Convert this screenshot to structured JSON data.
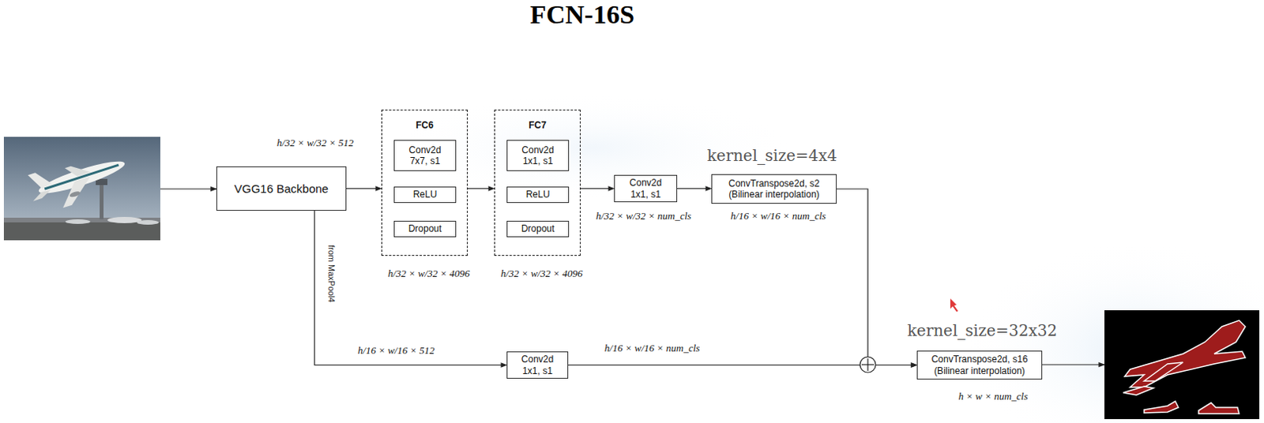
{
  "diagram": {
    "title": "FCN-16S",
    "nodes": [
      {
        "text": [
          "VGG16 Backbone"
        ]
      },
      {
        "text": [
          "FC6"
        ]
      },
      {
        "text": [
          "Conv2d 7x7, s1"
        ],
        "in": 1
      },
      {
        "text": [
          "ReLU"
        ],
        "in": 1
      },
      {
        "text": [
          "Dropout"
        ],
        "in": 1
      },
      {
        "text": [
          "FC7"
        ]
      },
      {
        "text": [
          "Conv2d 1x1, s1"
        ],
        "in": 5
      },
      {
        "text": [
          "ReLU"
        ],
        "in": 5
      },
      {
        "text": [
          "Dropout"
        ],
        "in": 5
      },
      {
        "text": [
          "Conv2d 1x1, s1"
        ]
      },
      {
        "text": [
          "ConvTranspose2d, s2 (Bilinear interpolation)"
        ]
      },
      {
        "text": [
          "Conv2d 1x1, s1"
        ]
      },
      {
        "text": [
          "ConvTranspose2d, s16 (Bilinear interpolation)"
        ]
      }
    ],
    "edges": [
      {
        "from": 0,
        "to": 1,
        "arrow": "to"
      },
      {
        "from": 1,
        "to": 5,
        "arrow": "to"
      },
      {
        "from": 5,
        "to": 9,
        "arrow": "to"
      },
      {
        "from": 9,
        "to": 10,
        "arrow": "to"
      },
      {
        "from": 10,
        "to": 12,
        "arrow": "to"
      },
      {
        "from": 0,
        "to": 11,
        "arrow": "to"
      },
      {
        "from": 11,
        "to": 12,
        "arrow": "to"
      }
    ],
    "labels": [
      "h/32 × w/32 × 512",
      "from MaxPool4",
      "h/32 × w/32 × 4096",
      "h/32 × w/32 × 4096",
      "h/32 × w/32 × num_cls",
      "kernel_size=4x4",
      "h/16 × w/16 × num_cls",
      "h/16 × w/16 × 512",
      "h/16 × w/16 × num_cls",
      "kernel_size=32x32",
      "h × w × num_cls"
    ]
  }
}
